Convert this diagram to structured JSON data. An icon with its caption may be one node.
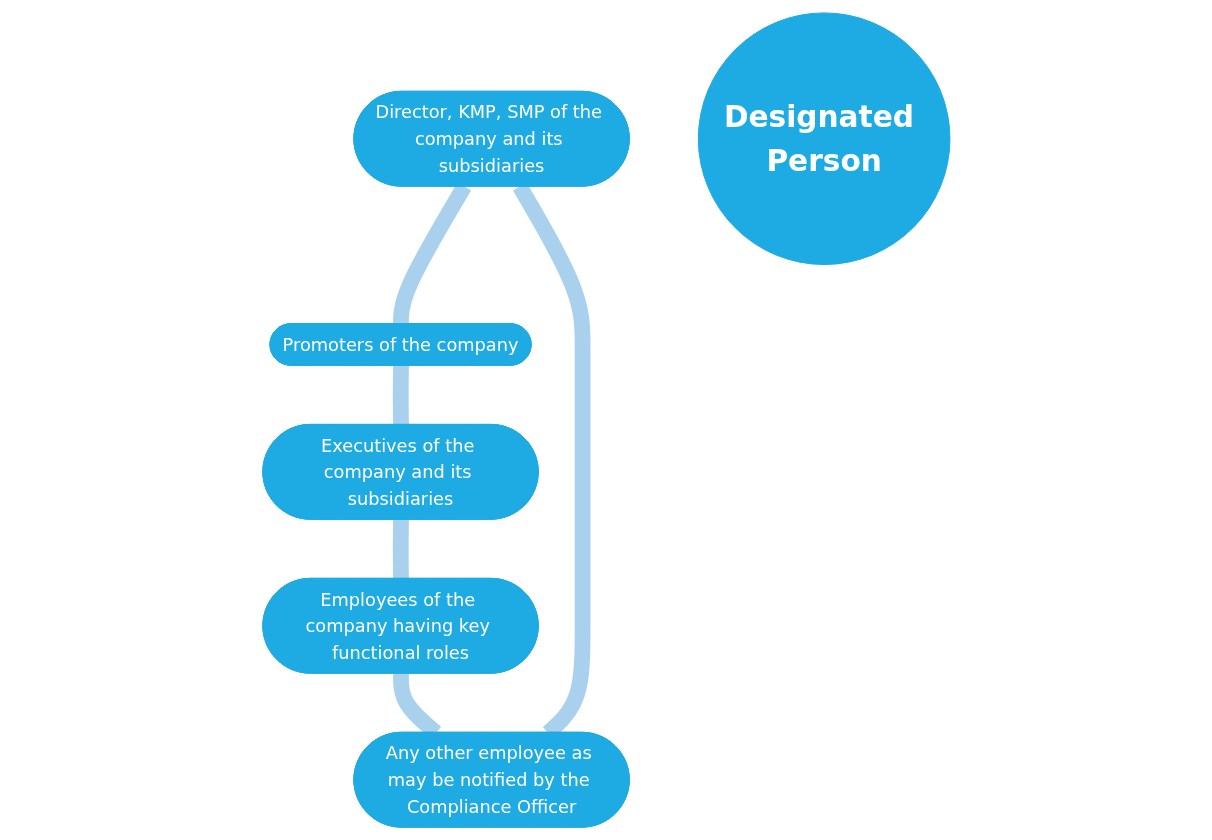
{
  "diagram": {
    "nodes": [
      {
        "text": [
          "Director, KMP, SMP of the company and its subsidiaries"
        ]
      },
      {
        "text": [
          "Any other employee as may be notified by the Compliance Officer"
        ]
      },
      {
        "text": [
          "Promoters of the company"
        ]
      },
      {
        "text": [
          "Designated Person"
        ]
      },
      {
        "text": [
          "Employees of the company having key functional roles"
        ]
      },
      {
        "text": [
          "Executives of the company and its subsidiaries"
        ]
      }
    ],
    "edges": [
      {
        "from": 0,
        "to": 2,
        "arrow": "none"
      },
      {
        "from": 2,
        "to": 5,
        "arrow": "none"
      },
      {
        "from": 5,
        "to": 4,
        "arrow": "none"
      },
      {
        "from": 4,
        "to": 1,
        "arrow": "none"
      },
      {
        "from": 1,
        "to": 0,
        "arrow": "none"
      }
    ]
  }
}
